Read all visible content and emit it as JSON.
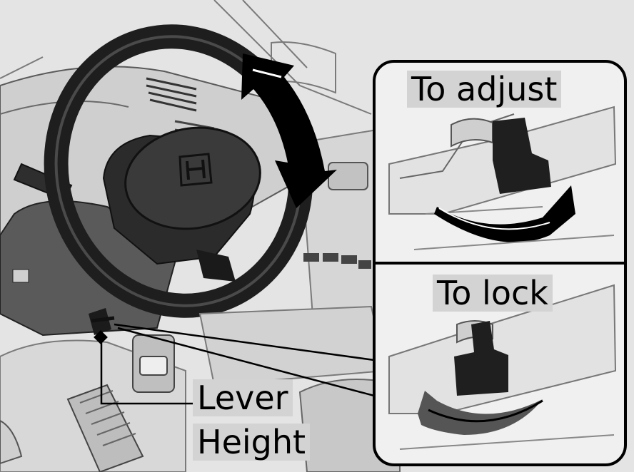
{
  "labels": {
    "to_adjust": "To adjust",
    "to_lock": "To lock",
    "lever": "Lever",
    "height": "Height"
  },
  "colors": {
    "background": "#e4e4e4",
    "label_bg": "#d3d3d3",
    "line": "#000000"
  }
}
